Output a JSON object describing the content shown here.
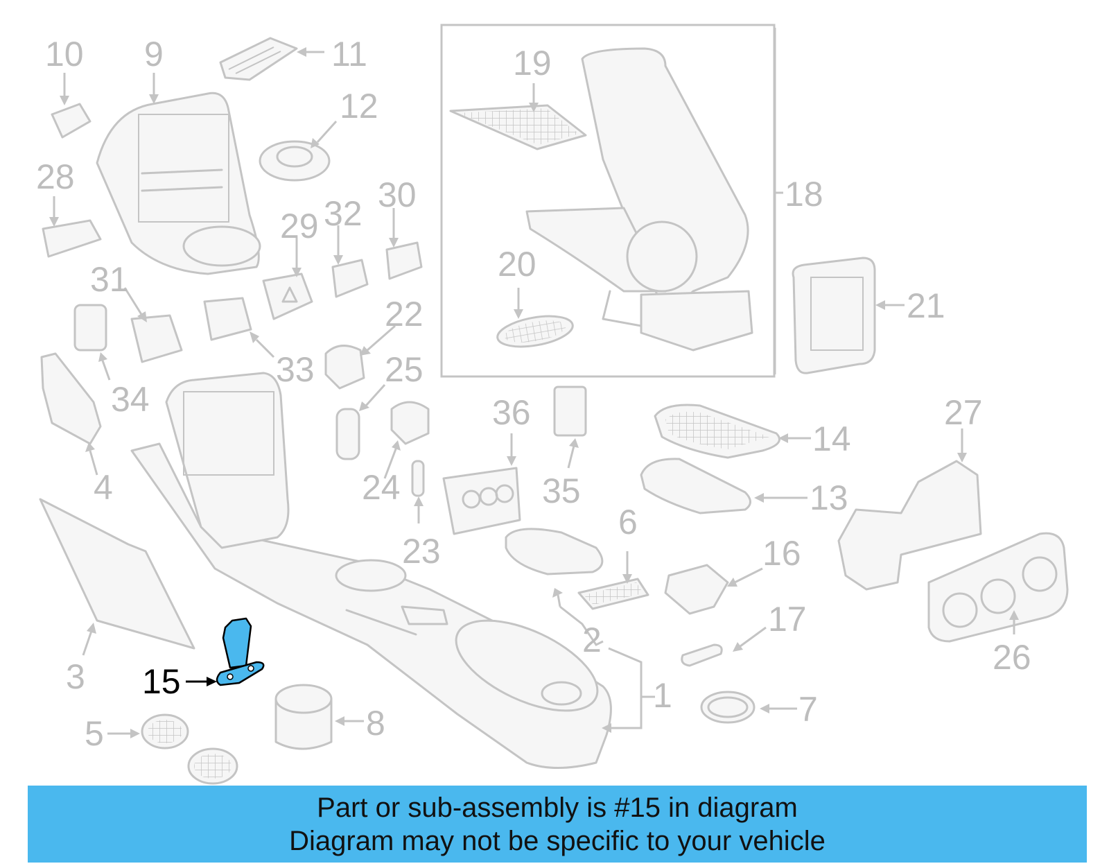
{
  "diagram": {
    "highlight_color": "#4ab8ee",
    "label_color": "#bdbdbd",
    "highlighted_part": "15",
    "labels": {
      "p1": "1",
      "p2": "2",
      "p3": "3",
      "p4": "4",
      "p5": "5",
      "p6": "6",
      "p7": "7",
      "p8": "8",
      "p9": "9",
      "p10": "10",
      "p11": "11",
      "p12": "12",
      "p13": "13",
      "p14": "14",
      "p15": "15",
      "p16": "16",
      "p17": "17",
      "p18": "18",
      "p19": "19",
      "p20": "20",
      "p21": "21",
      "p22": "22",
      "p23": "23",
      "p24": "24",
      "p25": "25",
      "p26": "26",
      "p27": "27",
      "p28": "28",
      "p29": "29",
      "p30": "30",
      "p31": "31",
      "p32": "32",
      "p33": "33",
      "p34": "34",
      "p35": "35",
      "p36": "36"
    }
  },
  "banner": {
    "background": "#4ab8ee",
    "line1": "Part or sub-assembly is #15 in diagram",
    "line2": "Diagram may not be specific to your vehicle"
  }
}
